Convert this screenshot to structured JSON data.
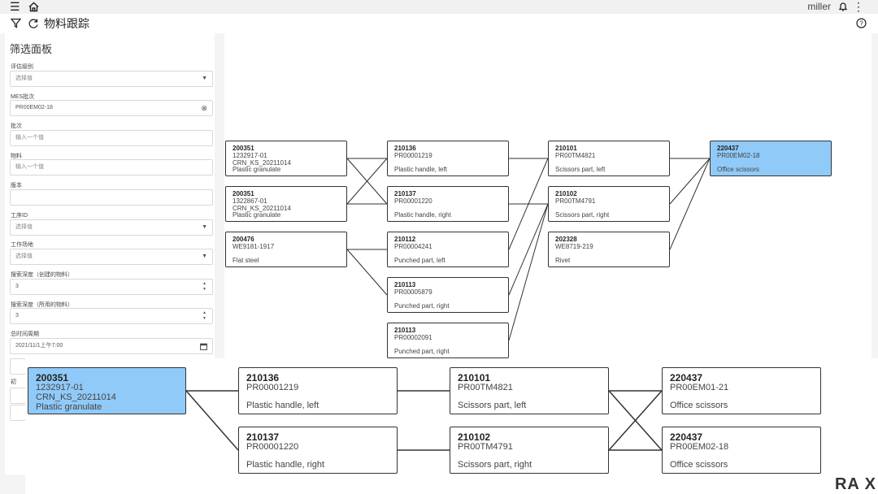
{
  "header": {
    "menu_icon": "menu-icon",
    "home_icon": "home-icon",
    "username": "miller",
    "bell_icon": "bell-icon",
    "more_icon": "more-vert-icon"
  },
  "titlebar": {
    "filter_icon": "filter-icon",
    "refresh_icon": "refresh-icon",
    "title": "物料跟踪",
    "help_icon": "help-icon"
  },
  "panel": {
    "title": "筛选面板",
    "fields": {
      "rating_level": {
        "label": "评估级别",
        "placeholder": "选择值"
      },
      "mes_batch": {
        "label": "MES批次",
        "value": "PR00EM02-18"
      },
      "batch": {
        "label": "批次",
        "placeholder": "输入一个值"
      },
      "material": {
        "label": "物料",
        "placeholder": "输入一个值"
      },
      "version": {
        "label": "版本",
        "value": ""
      },
      "process_id": {
        "label": "工序ID",
        "placeholder": "选择值"
      },
      "workplace": {
        "label": "工作场地",
        "placeholder": "选择值"
      },
      "search_depth_created": {
        "label": "搜索深度（创建的物料）",
        "value": "3"
      },
      "search_depth_used": {
        "label": "搜索深度（所用的物料）",
        "value": "3"
      },
      "total_period": {
        "label": "总时间周期",
        "value": "2021/11/1上午7:00"
      },
      "partial_label": "初"
    }
  },
  "graph": {
    "nodes": [
      {
        "id": "g1",
        "l1": "200351",
        "l2": "1232917-01",
        "l3": "CRN_KS_20211014",
        "l4": "Plastic granulate"
      },
      {
        "id": "g2",
        "l1": "200351",
        "l2": "1322867-01",
        "l3": "CRN_KS_20211014",
        "l4": "Plastic granulate"
      },
      {
        "id": "g3",
        "l1": "200476",
        "l2": "WE9181-1917",
        "l3": "",
        "l4": "Flat steel"
      },
      {
        "id": "g4",
        "l1": "210136",
        "l2": "PR00001219",
        "l3": "",
        "l4": "Plastic handle, left"
      },
      {
        "id": "g5",
        "l1": "210137",
        "l2": "PR00001220",
        "l3": "",
        "l4": "Plastic handle, right"
      },
      {
        "id": "g6",
        "l1": "210112",
        "l2": "PR00004241",
        "l3": "",
        "l4": "Punched part, left"
      },
      {
        "id": "g7",
        "l1": "210113",
        "l2": "PR00005879",
        "l3": "",
        "l4": "Punched part, right"
      },
      {
        "id": "g8",
        "l1": "210113",
        "l2": "PR00002091",
        "l3": "",
        "l4": "Punched part, right"
      },
      {
        "id": "g9",
        "l1": "210101",
        "l2": "PR00TM4821",
        "l3": "",
        "l4": "Scissors part, left"
      },
      {
        "id": "g10",
        "l1": "210102",
        "l2": "PR00TM4791",
        "l3": "",
        "l4": "Scissors part, right"
      },
      {
        "id": "g11",
        "l1": "202328",
        "l2": "WE8719-219",
        "l3": "",
        "l4": "Rivet"
      },
      {
        "id": "g12",
        "l1": "220437",
        "l2": "PR00EM02-18",
        "l3": "",
        "l4": "Office scissors",
        "selected": true
      }
    ]
  },
  "overlay": {
    "nodes": [
      {
        "id": "o1",
        "l1": "200351",
        "l2": "1232917-01",
        "l3": "CRN_KS_20211014",
        "l4": "Plastic granulate",
        "selected": true
      },
      {
        "id": "o2",
        "l1": "210136",
        "l2": "PR00001219",
        "l3": "",
        "l4": "Plastic handle, left"
      },
      {
        "id": "o3",
        "l1": "210137",
        "l2": "PR00001220",
        "l3": "",
        "l4": "Plastic handle, right"
      },
      {
        "id": "o4",
        "l1": "210101",
        "l2": "PR00TM4821",
        "l3": "",
        "l4": "Scissors part, left"
      },
      {
        "id": "o5",
        "l1": "210102",
        "l2": "PR00TM4791",
        "l3": "",
        "l4": "Scissors part, right"
      },
      {
        "id": "o6",
        "l1": "220437",
        "l2": "PR00EM01-21",
        "l3": "",
        "l4": "Office scissors"
      },
      {
        "id": "o7",
        "l1": "220437",
        "l2": "PR00EM02-18",
        "l3": "",
        "l4": "Office scissors"
      }
    ]
  },
  "brand": {
    "text": "RA X"
  },
  "colors": {
    "selected_node": "#90caf9",
    "edge": "#333333",
    "background": "#f4f4f4"
  }
}
